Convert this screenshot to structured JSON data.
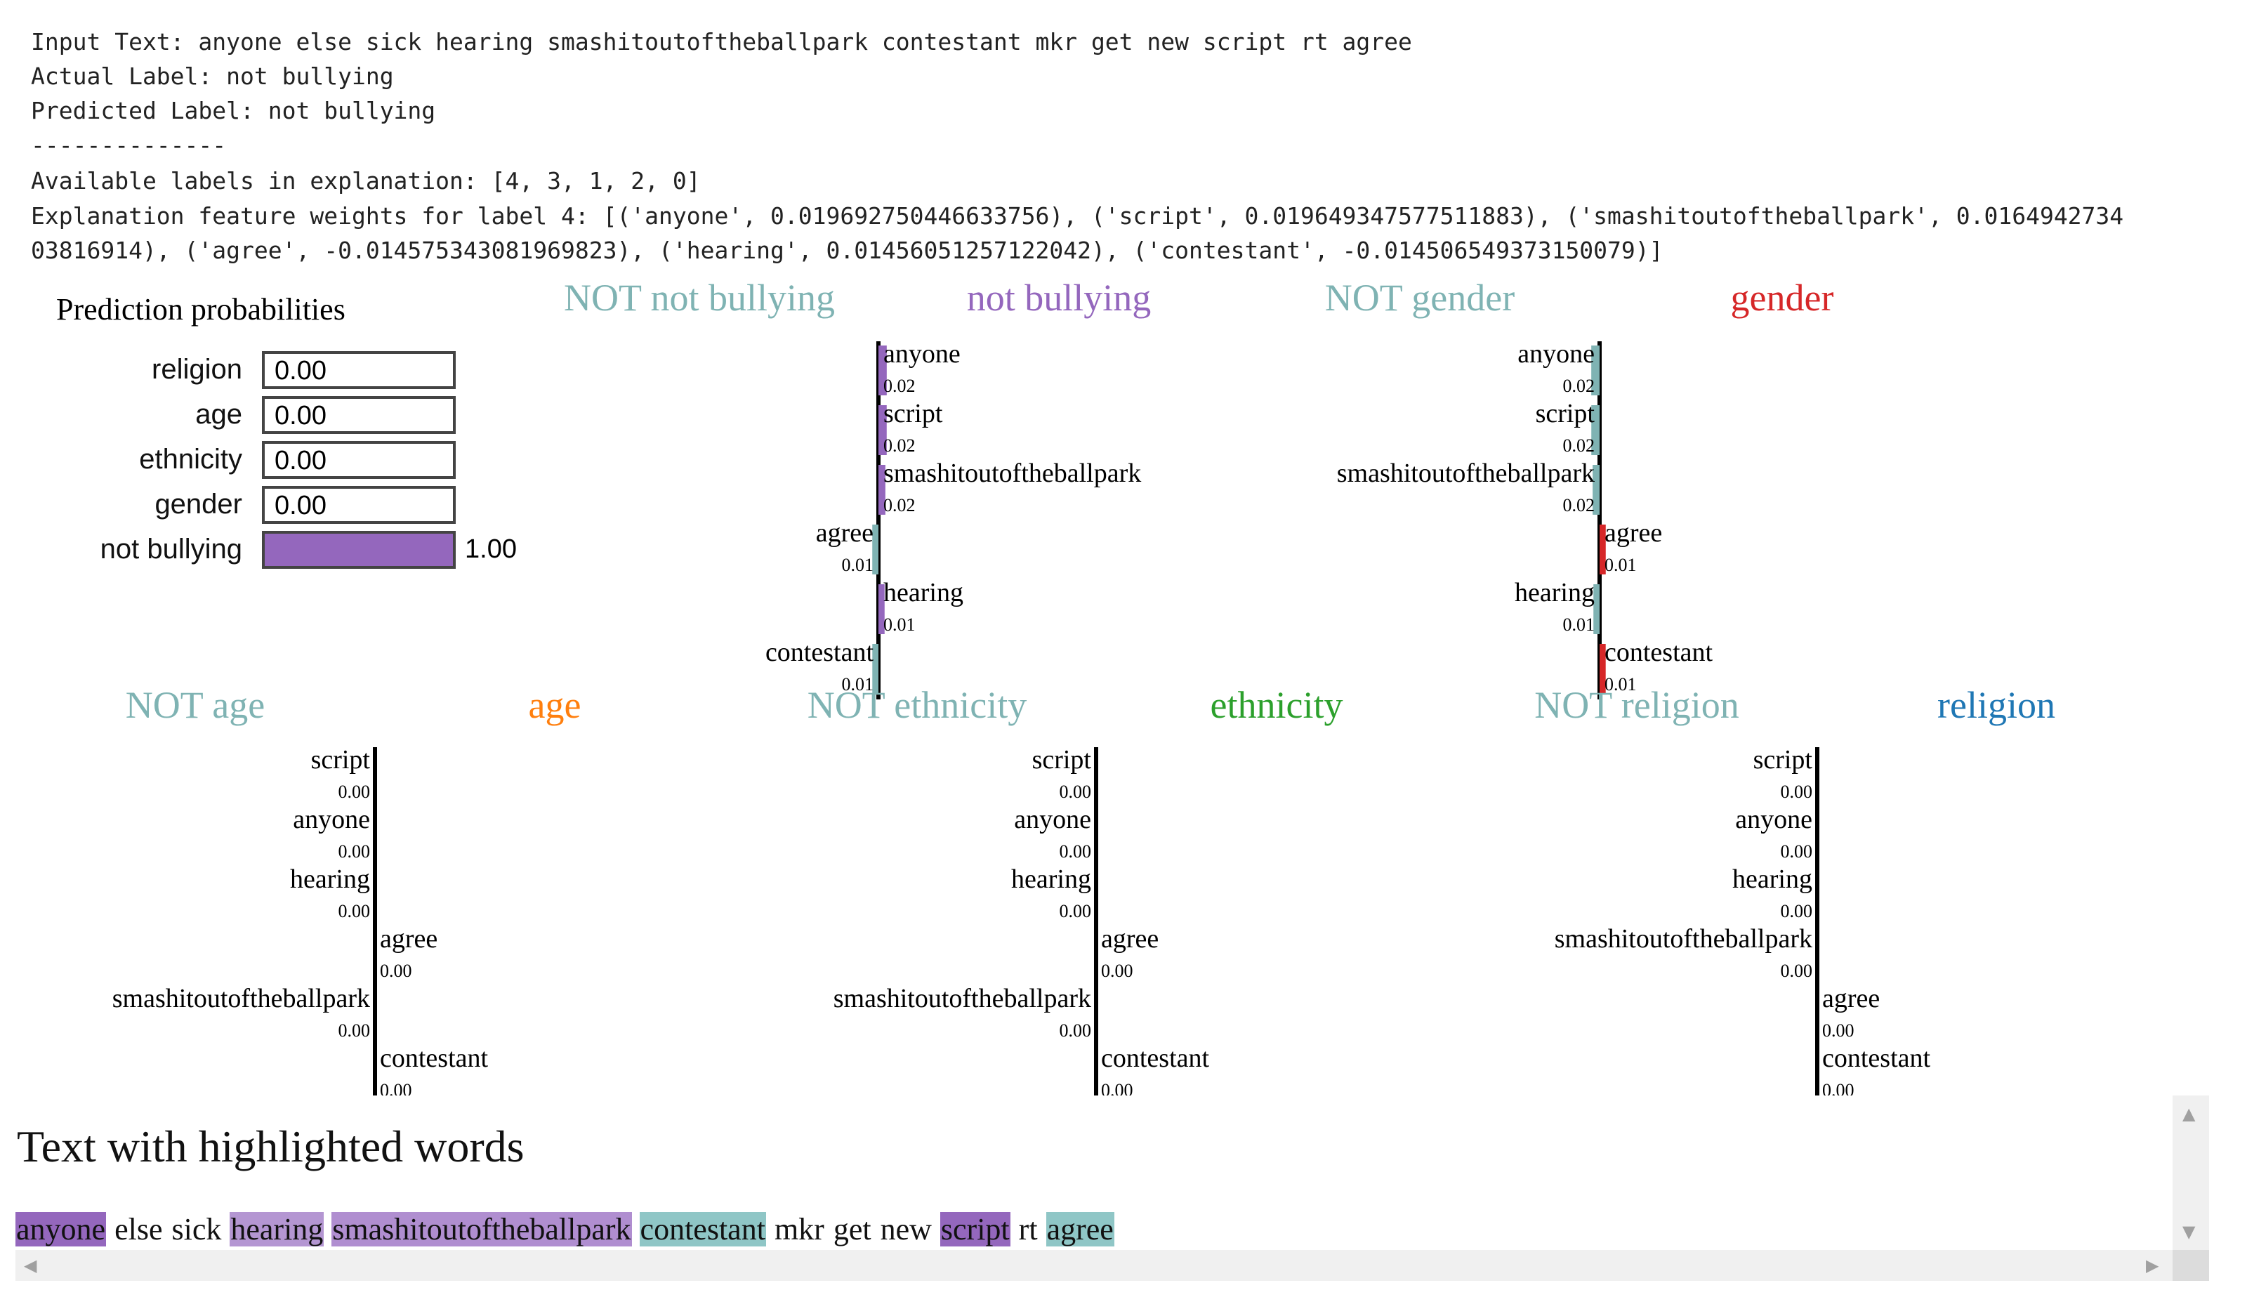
{
  "output_lines": [
    "Input Text: anyone else sick hearing smashitoutoftheballpark contestant mkr get new script rt agree",
    "Actual Label: not bullying",
    "Predicted Label: not bullying",
    "--------------",
    "Available labels in explanation: [4, 3, 1, 2, 0]",
    "Explanation feature weights for label 4: [('anyone', 0.019692750446633756), ('script', 0.019649347577511883), ('smashitoutoftheballpark', 0.0164942734",
    "03816914), ('agree', -0.014575343081969823), ('hearing', 0.01456051257122042), ('contestant', -0.014506549373150079)]"
  ],
  "prediction_probabilities": {
    "title": "Prediction probabilities",
    "rows": [
      {
        "label": "religion",
        "value": 0.0,
        "display": "0.00",
        "color": "#1f77b4"
      },
      {
        "label": "age",
        "value": 0.0,
        "display": "0.00",
        "color": "#ff7f0e"
      },
      {
        "label": "ethnicity",
        "value": 0.0,
        "display": "0.00",
        "color": "#2ca02c"
      },
      {
        "label": "gender",
        "value": 0.0,
        "display": "0.00",
        "color": "#d62728"
      },
      {
        "label": "not bullying",
        "value": 1.0,
        "display": "1.00",
        "color": "#9467bd"
      }
    ]
  },
  "class_panels": [
    {
      "not_title": "NOT not bullying",
      "title": "not bullying",
      "color": "#9467bd",
      "features": [
        {
          "word": "anyone",
          "weight_label": "0.02",
          "side": "pos",
          "weight": 0.0197
        },
        {
          "word": "script",
          "weight_label": "0.02",
          "side": "pos",
          "weight": 0.0196
        },
        {
          "word": "smashitoutoftheballpark",
          "weight_label": "0.02",
          "side": "pos",
          "weight": 0.0165
        },
        {
          "word": "agree",
          "weight_label": "0.01",
          "side": "neg",
          "weight": 0.0146
        },
        {
          "word": "hearing",
          "weight_label": "0.01",
          "side": "pos",
          "weight": 0.0146
        },
        {
          "word": "contestant",
          "weight_label": "0.01",
          "side": "neg",
          "weight": 0.0145
        }
      ]
    },
    {
      "not_title": "NOT gender",
      "title": "gender",
      "color": "#d62728",
      "features": [
        {
          "word": "anyone",
          "weight_label": "0.02",
          "side": "neg",
          "weight": 0.0197
        },
        {
          "word": "script",
          "weight_label": "0.02",
          "side": "neg",
          "weight": 0.0196
        },
        {
          "word": "smashitoutoftheballpark",
          "weight_label": "0.02",
          "side": "neg",
          "weight": 0.0165
        },
        {
          "word": "agree",
          "weight_label": "0.01",
          "side": "pos",
          "weight": 0.0146
        },
        {
          "word": "hearing",
          "weight_label": "0.01",
          "side": "neg",
          "weight": 0.0146
        },
        {
          "word": "contestant",
          "weight_label": "0.01",
          "side": "pos",
          "weight": 0.0145
        }
      ]
    },
    {
      "not_title": "NOT age",
      "title": "age",
      "color": "#ff7f0e",
      "features": [
        {
          "word": "script",
          "weight_label": "0.00",
          "side": "neg",
          "weight": 0.0
        },
        {
          "word": "anyone",
          "weight_label": "0.00",
          "side": "neg",
          "weight": 0.0
        },
        {
          "word": "hearing",
          "weight_label": "0.00",
          "side": "neg",
          "weight": 0.0
        },
        {
          "word": "agree",
          "weight_label": "0.00",
          "side": "pos",
          "weight": 0.0
        },
        {
          "word": "smashitoutoftheballpark",
          "weight_label": "0.00",
          "side": "neg",
          "weight": 0.0
        },
        {
          "word": "contestant",
          "weight_label": "0.00",
          "side": "pos",
          "weight": 0.0
        }
      ]
    },
    {
      "not_title": "NOT ethnicity",
      "title": "ethnicity",
      "color": "#2ca02c",
      "features": [
        {
          "word": "script",
          "weight_label": "0.00",
          "side": "neg",
          "weight": 0.0
        },
        {
          "word": "anyone",
          "weight_label": "0.00",
          "side": "neg",
          "weight": 0.0
        },
        {
          "word": "hearing",
          "weight_label": "0.00",
          "side": "neg",
          "weight": 0.0
        },
        {
          "word": "agree",
          "weight_label": "0.00",
          "side": "pos",
          "weight": 0.0
        },
        {
          "word": "smashitoutoftheballpark",
          "weight_label": "0.00",
          "side": "neg",
          "weight": 0.0
        },
        {
          "word": "contestant",
          "weight_label": "0.00",
          "side": "pos",
          "weight": 0.0
        }
      ]
    },
    {
      "not_title": "NOT religion",
      "title": "religion",
      "color": "#1f77b4",
      "features": [
        {
          "word": "script",
          "weight_label": "0.00",
          "side": "neg",
          "weight": 0.0
        },
        {
          "word": "anyone",
          "weight_label": "0.00",
          "side": "neg",
          "weight": 0.0
        },
        {
          "word": "hearing",
          "weight_label": "0.00",
          "side": "neg",
          "weight": 0.0
        },
        {
          "word": "smashitoutoftheballpark",
          "weight_label": "0.00",
          "side": "neg",
          "weight": 0.0
        },
        {
          "word": "agree",
          "weight_label": "0.00",
          "side": "pos",
          "weight": 0.0
        },
        {
          "word": "contestant",
          "weight_label": "0.00",
          "side": "pos",
          "weight": 0.0
        }
      ]
    }
  ],
  "highlight_heading": "Text with highlighted words",
  "highlighted_words": [
    {
      "text": "anyone",
      "highlight": "#9467bd"
    },
    {
      "text": "else",
      "highlight": ""
    },
    {
      "text": "sick",
      "highlight": ""
    },
    {
      "text": "hearing",
      "highlight": "#b496d2"
    },
    {
      "text": "smashitoutoftheballpark",
      "highlight": "#b08ed0"
    },
    {
      "text": "contestant",
      "highlight": "#8fc6c6"
    },
    {
      "text": "mkr",
      "highlight": ""
    },
    {
      "text": "get",
      "highlight": ""
    },
    {
      "text": "new",
      "highlight": ""
    },
    {
      "text": "script",
      "highlight": "#9467bd"
    },
    {
      "text": "rt",
      "highlight": ""
    },
    {
      "text": "agree",
      "highlight": "#8fc6c6"
    }
  ],
  "neutral_title_color": "#7fb3b3",
  "scroll_icons": {
    "up": "scroll-up-arrow-icon",
    "down": "scroll-down-arrow-icon",
    "left": "scroll-left-arrow-icon",
    "right": "scroll-right-arrow-icon"
  }
}
